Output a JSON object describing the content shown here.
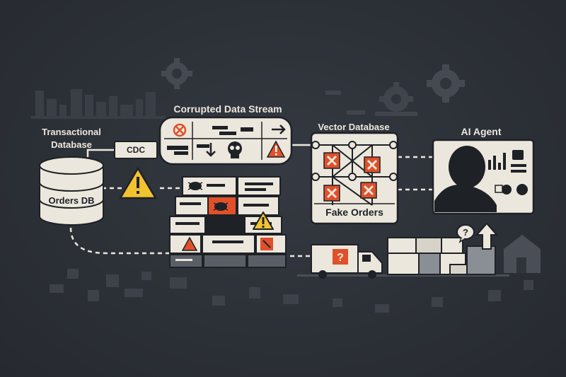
{
  "labels": {
    "transactional_database": "Transactional\nDatabase",
    "orders_db": "Orders DB",
    "cdc": "CDC",
    "corrupted_stream": "Corrupted Data Stream",
    "vector_database": "Vector Database",
    "fake_orders": "Fake Orders",
    "ai_agent": "AI Agent"
  },
  "colors": {
    "background": "#2b2f36",
    "cream": "#ece7dc",
    "dark": "#1e2126",
    "warning_yellow": "#f2c230",
    "alert_red": "#e0502a",
    "muted_gray": "#4a4f57"
  },
  "icons": [
    "gear-icon",
    "database-icon",
    "warning-icon",
    "skull-icon",
    "bug-icon",
    "x-mark-icon",
    "robot-icon",
    "bar-chart-icon",
    "truck-icon",
    "question-icon",
    "up-arrow-icon",
    "house-icon"
  ]
}
